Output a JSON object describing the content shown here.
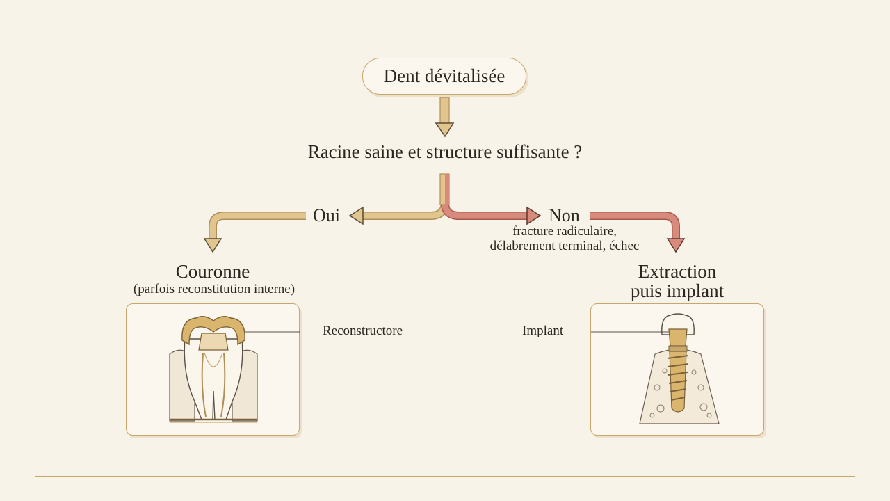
{
  "start": {
    "label": "Dent dévitalisée"
  },
  "question": {
    "label": "Racine saine et structure suffisante ?"
  },
  "branches": {
    "yes": {
      "label": "Oui",
      "title": "Couronne",
      "subtitle": "(parfois reconstitution interne)",
      "callout": "Reconstructore"
    },
    "no": {
      "label": "Non",
      "reasons_line1": "fracture radiculaire,",
      "reasons_line2": "délabrement terminal, échec",
      "title_line1": "Extraction",
      "title_line2": "puis implant",
      "callout": "Implant"
    }
  },
  "colors": {
    "gold": "#c9a66b",
    "gold_fill": "#e0c68e",
    "red": "#c27061",
    "red_fill": "#d88b7c",
    "background": "#f8f3e8"
  }
}
